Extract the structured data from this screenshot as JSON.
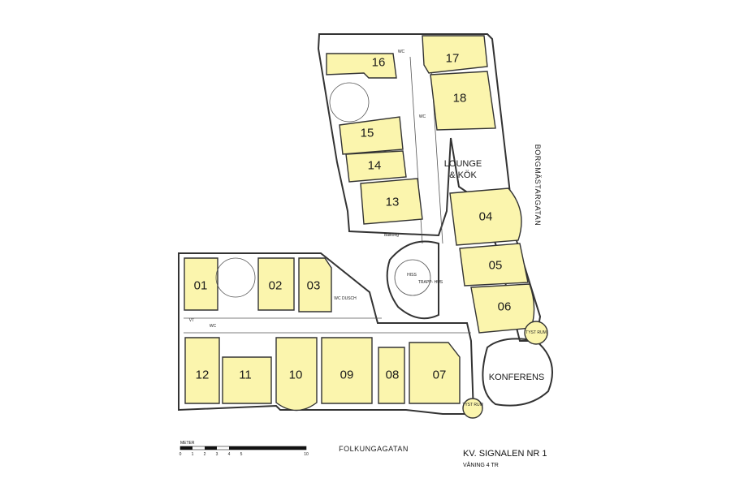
{
  "rooms": [
    "01",
    "02",
    "03",
    "04",
    "05",
    "06",
    "07",
    "08",
    "09",
    "10",
    "11",
    "12",
    "13",
    "14",
    "15",
    "16",
    "17",
    "18"
  ],
  "lounge": [
    "LOUNGE",
    "& KÖK"
  ],
  "konferens": "KONFERENS",
  "tyst_rum": "TYST RUM",
  "street_bottom": "FOLKUNGAGATAN",
  "street_right": "BORGMÄSTARGATAN",
  "title": "KV. SIGNALEN NR 1",
  "subtitle": "VÅNING 4 TR",
  "scale": {
    "label": "METER",
    "ticks": [
      "0",
      "1",
      "2",
      "3",
      "4",
      "5",
      "10"
    ]
  },
  "small_labels": {
    "wc": "WC",
    "wc_dusch": "WC DUSCH",
    "hiss": "HISS",
    "trapphus": "TRAPP- HUS",
    "balkong": "Balkong",
    "vt": "VT"
  }
}
